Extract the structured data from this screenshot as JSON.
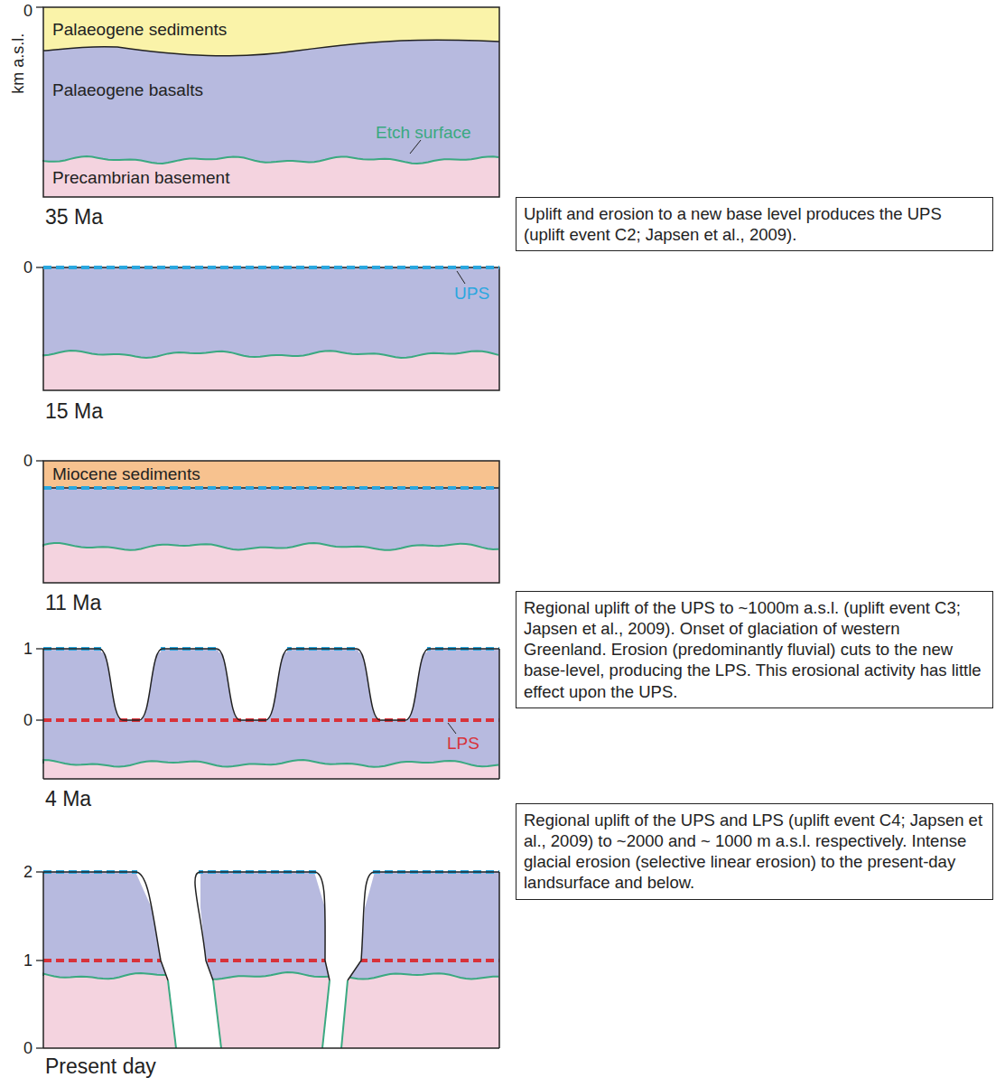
{
  "diagram": {
    "nodes": [
      {
        "text": [
          "Uplift and erosion to a new base level produces the UPS (uplift event C2; Japsen et al., 2009)."
        ]
      },
      {
        "text": [
          "Regional uplift of the UPS to ~1000m a.s.l. (uplift event C3; Japsen et al., 2009). Onset of glaciation of western Greenland. Erosion (predominantly fluvial) cuts to the new base-level, producing the LPS. This erosional activity has little effect upon the UPS."
        ]
      },
      {
        "text": [
          "Regional uplift of the UPS and LPS (uplift event C4; Japsen et al., 2009) to ~2000 and ~ 1000 m a.s.l. respectively. Intense glacial erosion (selective linear erosion) to the present-day landsurface and below."
        ]
      }
    ],
    "labels": [
      "0",
      "km a.s.l.",
      "Palaeogene sediments",
      "Palaeogene basalts",
      "Etch surface",
      "Precambrian basement",
      "35 Ma",
      "0",
      "UPS",
      "15 Ma",
      "0",
      "Miocene sediments",
      "11 Ma",
      "1",
      "0",
      "LPS",
      "4 Ma",
      "2",
      "1",
      "0",
      "Present day"
    ]
  }
}
